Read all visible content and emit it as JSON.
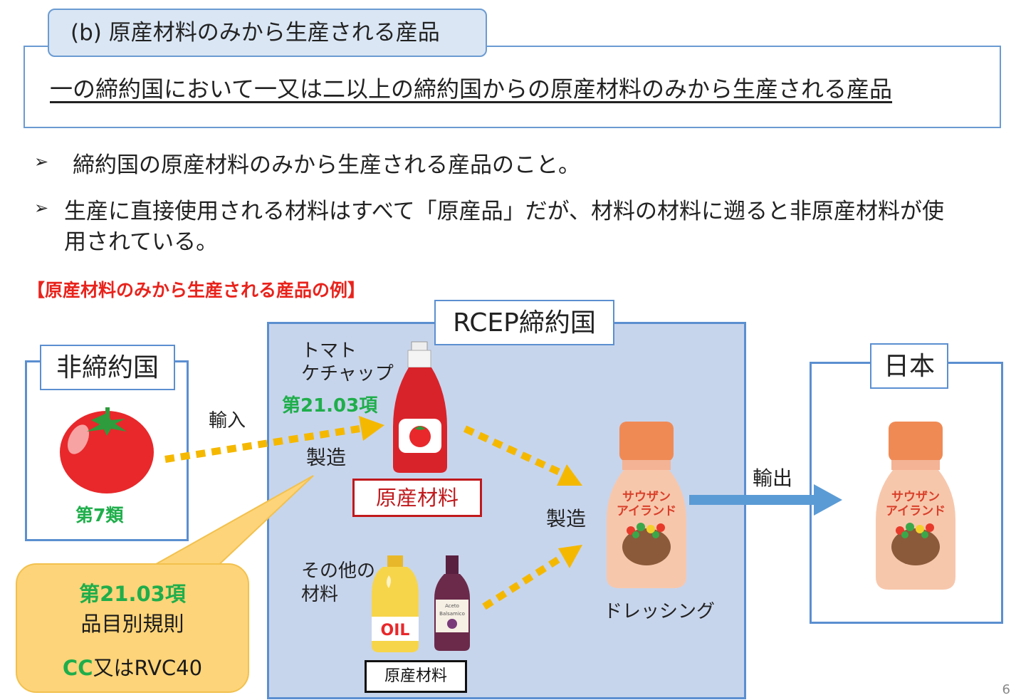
{
  "definition": {
    "tab": "(b) 原産材料のみから生産される産品",
    "text": "一の締約国において一又は二以上の締約国からの原産材料のみから生産される産品"
  },
  "bullets": [
    "締約国の原産材料のみから生産される産品のこと。",
    "生産に直接使用される材料はすべて「原産品」だが、材料の材料に遡ると非原産材料が使",
    "用されている。"
  ],
  "example_title": "【原産材料のみから生産される産品の例】",
  "non_party": {
    "label": "非締約国",
    "item_class": "第7類"
  },
  "import_label": "輸入",
  "rcep": {
    "label": "RCEP締約国",
    "ketchup_line1": "トマト",
    "ketchup_line2": "ケチャップ",
    "ketchup_heading": "第21.03項",
    "manufacture1": "製造",
    "origin_material_red": "原産材料",
    "other_line1": "その他の",
    "other_line2": "材料",
    "origin_material_black": "原産材料",
    "manufacture2": "製造",
    "dressing": "ドレッシング"
  },
  "export_label": "輸出",
  "japan_label": "日本",
  "callout": {
    "heading": "第21.03項",
    "rule": "品目別規則",
    "cc": "CC",
    "rest": "又はRVC40"
  },
  "bottle_labels": {
    "dressing_line1": "サウザン",
    "dressing_line2": "アイランド",
    "oil": "OIL",
    "vinegar_line1": "Aceto",
    "vinegar_line2": "Balsamico"
  },
  "page_number": "6",
  "colors": {
    "accent_blue": "#5b8fd0",
    "region_fill": "#c7d5ec",
    "arrow_yellow": "#f5b800",
    "green": "#1fae4b",
    "red": "#e8231c",
    "callout_fill": "#fdd479"
  }
}
